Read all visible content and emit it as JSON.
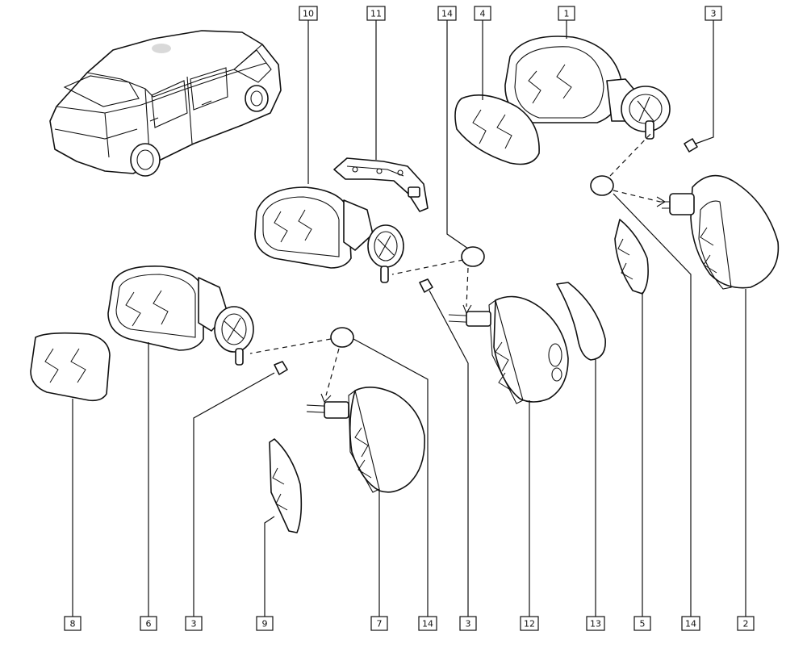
{
  "callouts": {
    "c1": "1",
    "c3a": "3",
    "c4": "4",
    "c10": "10",
    "c11": "11",
    "c14a": "14",
    "c8": "8",
    "c6": "6",
    "c3b": "3",
    "c9": "9",
    "c7": "7",
    "c14b": "14",
    "c3c": "3",
    "c12": "12",
    "c13": "13",
    "c5": "5",
    "c14c": "14",
    "c2": "2"
  }
}
